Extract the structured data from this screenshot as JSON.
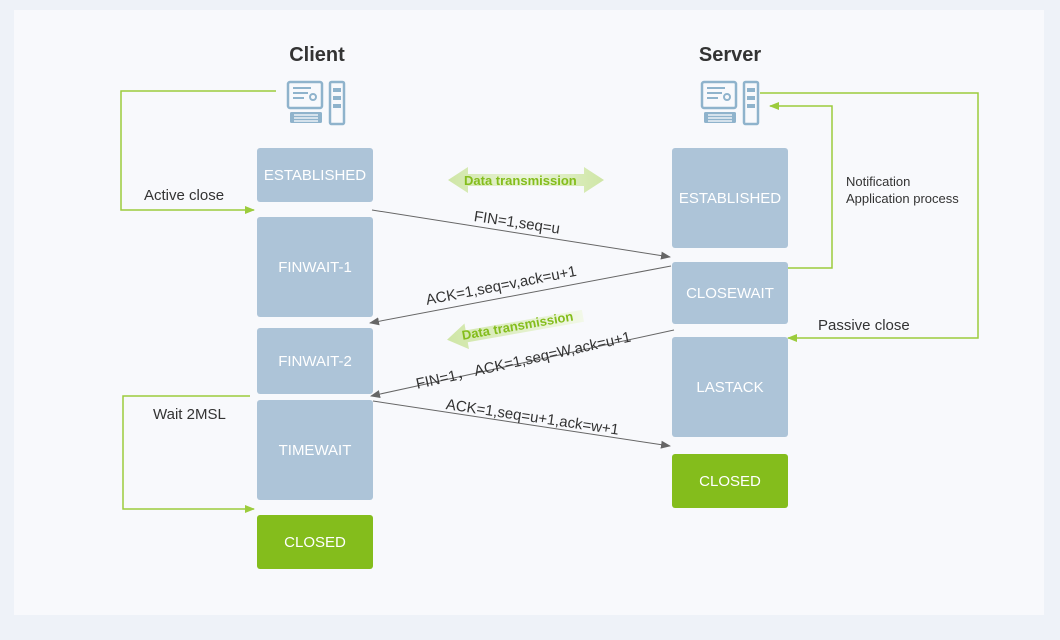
{
  "client": {
    "title": "Client"
  },
  "server": {
    "title": "Server"
  },
  "client_states": {
    "established": "ESTABLISHED",
    "finwait1": "FINWAIT-1",
    "finwait2": "FINWAIT-2",
    "timewait": "TIMEWAIT",
    "closed": "CLOSED"
  },
  "server_states": {
    "established": "ESTABLISHED",
    "closewait": "CLOSEWAIT",
    "lastack": "LASTACK",
    "closed": "CLOSED"
  },
  "labels": {
    "active_close": "Active close",
    "wait_2msl": "Wait 2MSL",
    "notification_line1": "Notification",
    "notification_line2": "Application process",
    "passive_close": "Passive close",
    "data_transmission_top": "Data transmission",
    "data_transmission_mid": "Data transmission"
  },
  "messages": {
    "fin1": "FIN=1,seq=u",
    "ack1": "ACK=1,seq=v,ack=u+1",
    "fin2": "FIN=1， ACK=1,seq=W,ack=u+1",
    "ack2": "ACK=1,seq=u+1,ack=w+1"
  },
  "colors": {
    "accent_green": "#84bd1c",
    "state_blue": "#adc4d8",
    "connector_green": "#9ccc3c",
    "arrow_gray": "#666666"
  },
  "icons": [
    "computer-icon"
  ]
}
